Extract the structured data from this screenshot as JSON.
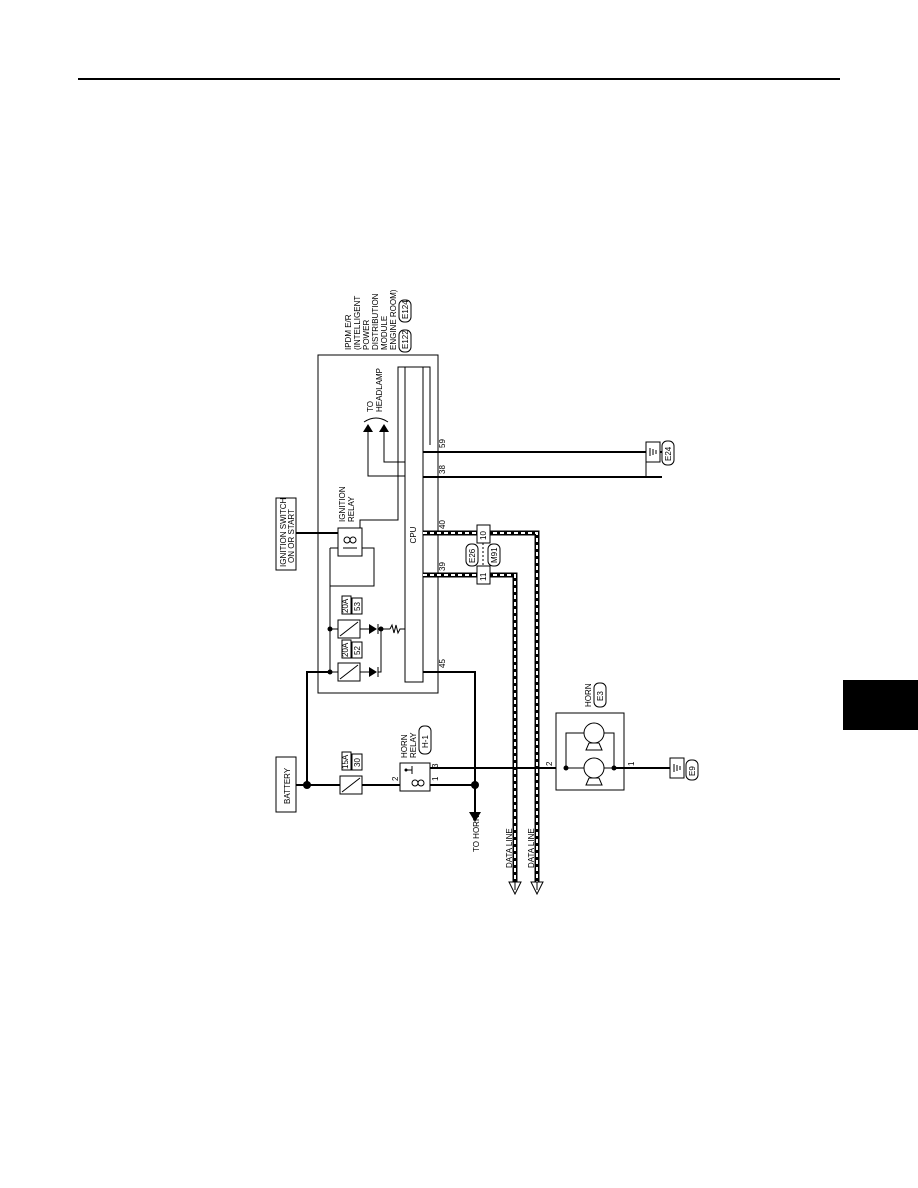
{
  "diagram": {
    "ipdm": {
      "title_lines": [
        "IPDM E/R",
        "(INTELLIGENT",
        "POWER",
        "DISTRIBUTION",
        "MODULE",
        "ENGINE ROOM)"
      ],
      "connectors": [
        "E122",
        "E124"
      ],
      "cpu_label": "CPU",
      "terminals": [
        "59",
        "38",
        "40",
        "39",
        "45"
      ]
    },
    "to_headlamp": [
      "TO",
      "HEADLAMP"
    ],
    "ignition_switch": [
      "IGNITION SWITCH",
      "ON OR START"
    ],
    "ignition_relay": [
      "IGNITION",
      "RELAY"
    ],
    "fuses": [
      {
        "rating": "20A",
        "number": "53"
      },
      {
        "rating": "20A",
        "number": "52"
      },
      {
        "rating": "15A",
        "number": "30"
      }
    ],
    "battery": "BATTERY",
    "horn_relay": {
      "label": [
        "HORN",
        "RELAY"
      ],
      "connector": "H-1",
      "terminals": [
        "2",
        "1",
        "3"
      ]
    },
    "to_horn": "TO HORN",
    "data_lines": [
      "DATA LINE",
      "DATA LINE"
    ],
    "joint_connectors": {
      "a": "E26",
      "b": "M91",
      "pins": [
        "10",
        "11"
      ]
    },
    "horn": {
      "label": "HORN",
      "connector": "E3",
      "terminals": [
        "2",
        "1"
      ]
    },
    "grounds": [
      "E24",
      "E9"
    ]
  }
}
